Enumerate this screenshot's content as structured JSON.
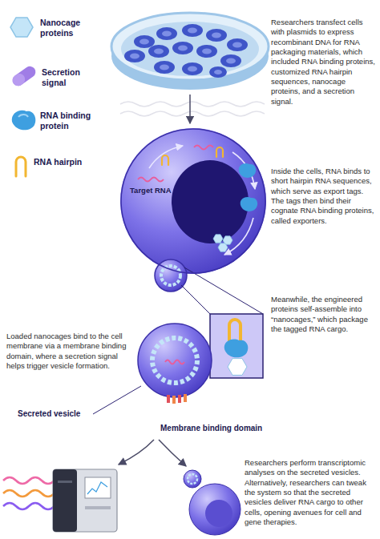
{
  "diagram": {
    "nodes": [
      {
        "text": [
          "Target RNA"
        ]
      }
    ],
    "labels": [
      "Researchers transfect cells with plasmids to express recombinant DNA for RNA packaging materials, which included RNA binding proteins, customized RNA hairpin sequences, nanocage proteins, and a secretion signal.",
      "Inside the cells, RNA binds to short hairpin RNA sequences, which serve as export tags. The tags then bind their cognate RNA binding proteins, called exporters.",
      "Meanwhile, the engineered proteins self-assemble into “nanocages,” which package the tagged RNA cargo.",
      "Loaded nanocages bind to the cell membrane via a membrane binding domain, where a secretion signal helps trigger vesicle formation.",
      "Secreted vesicle",
      "Membrane binding domain",
      "Researchers perform transcriptomic analyses on the secreted vesicles. Alternatively, researchers can tweak the system so that the secreted vesicles deliver RNA cargo to other cells, opening avenues for cell and gene therapies."
    ],
    "legend": [
      {
        "text": "Nanocage proteins"
      },
      {
        "text": "Secretion signal"
      },
      {
        "text": "RNA binding protein"
      },
      {
        "text": "RNA hairpin"
      }
    ]
  }
}
